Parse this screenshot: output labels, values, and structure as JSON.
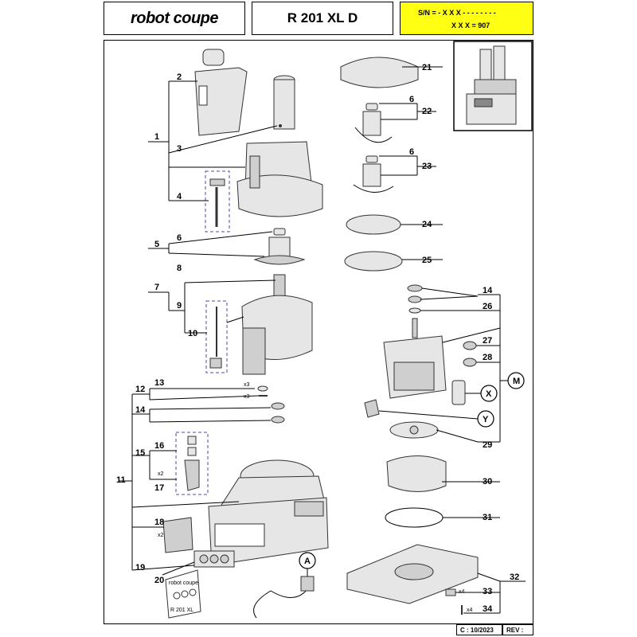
{
  "header": {
    "logo": "robot coupe",
    "model": "R 201 XL D",
    "serial_line1": "S/N = - X X X - - - - - - - -",
    "serial_line2": "X X X = 907"
  },
  "footer": {
    "code": "C : 10/2023",
    "rev": "REV :"
  },
  "callouts": {
    "c1": "1",
    "c2": "2",
    "c3": "3",
    "c4": "4",
    "c5": "5",
    "c6a": "6",
    "c6b": "6",
    "c6c": "6",
    "c7": "7",
    "c8": "8",
    "c9": "9",
    "c10": "10",
    "c11": "11",
    "c12": "12",
    "c13": "13",
    "c14a": "14",
    "c14b": "14",
    "c15": "15",
    "c16": "16",
    "c17": "17",
    "c18": "18",
    "c19": "19",
    "c20": "20",
    "c21": "21",
    "c22": "22",
    "c23": "23",
    "c24": "24",
    "c25": "25",
    "c26": "26",
    "c27": "27",
    "c28": "28",
    "c29": "29",
    "c30": "30",
    "c31": "31",
    "c32": "32",
    "c33": "33",
    "c34": "34",
    "cM": "M",
    "cX": "X",
    "cY": "Y",
    "cA": "A"
  },
  "quantities": {
    "q13a": "x3",
    "q13b": "x3",
    "q15": "x2",
    "q18": "x2",
    "q33": "x4",
    "q34": "x4"
  },
  "plate": {
    "logo": "robot coupe",
    "model": "R 201 XL"
  },
  "colors": {
    "serial_bg": "#ffff14",
    "border": "#000000",
    "dashed_outline": "#4a4ab0"
  }
}
